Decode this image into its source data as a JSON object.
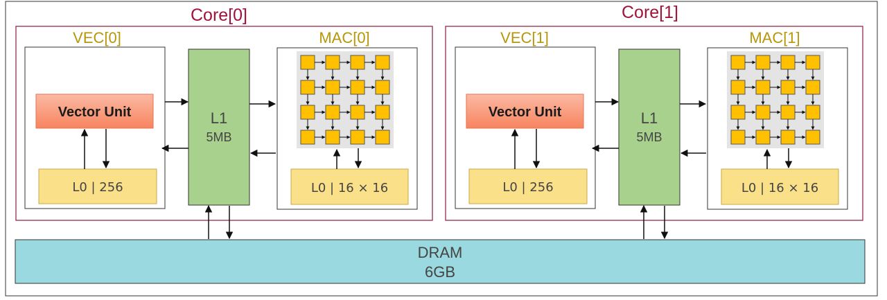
{
  "cores": [
    {
      "title": "Core[0]",
      "vec_title": "VEC[0]",
      "mac_title": "MAC[0]",
      "vector_unit_label": "Vector Unit",
      "vec_l0_label": "L0 | 256",
      "l1_label": "L1",
      "l1_size": "5MB",
      "mac_l0_label": "L0 | 16 × 16"
    },
    {
      "title": "Core[1]",
      "vec_title": "VEC[1]",
      "mac_title": "MAC[1]",
      "vector_unit_label": "Vector Unit",
      "vec_l0_label": "L0 | 256",
      "l1_label": "L1",
      "l1_size": "5MB",
      "mac_l0_label": "L0 | 16 × 16"
    }
  ],
  "dram": {
    "label": "DRAM",
    "size": "6GB"
  },
  "colors": {
    "core_border": "#8b1a3a",
    "core_title": "#a0143c",
    "unit_title": "#b8960a",
    "vector_unit_fill": "#fa8f6f",
    "l0_fill": "#fbe08a",
    "l1_fill": "#a9d18e",
    "dram_fill": "#9bd9e0",
    "pe_fill": "#ffc000",
    "pe_grid_bg": "#e4e4e4"
  }
}
